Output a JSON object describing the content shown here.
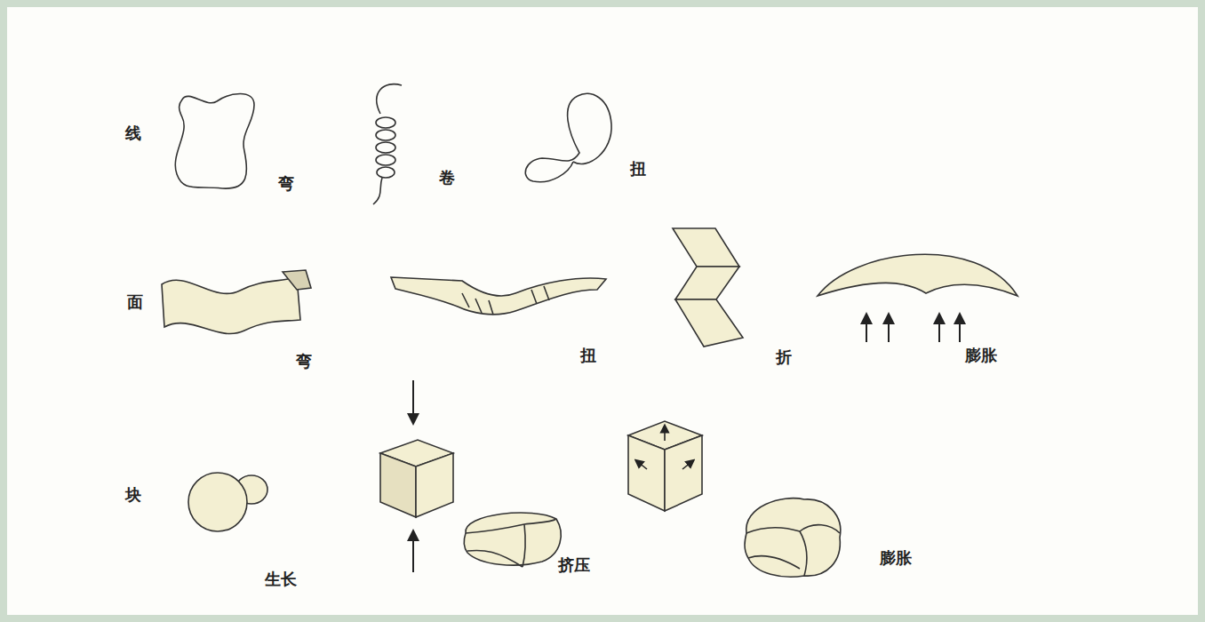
{
  "diagram": {
    "labels": [
      "线",
      "弯",
      "卷",
      "扭",
      "面",
      "弯",
      "扭",
      "折",
      "膨胀",
      "块",
      "生长",
      "挤压",
      "膨胀"
    ]
  }
}
